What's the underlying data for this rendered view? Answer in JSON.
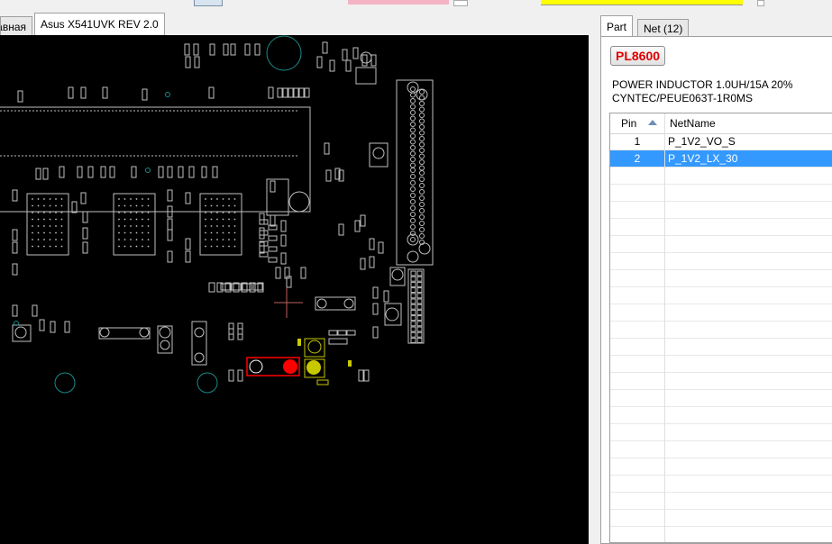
{
  "doc_tabs": [
    {
      "label": "Главная"
    },
    {
      "label": "Asus X541UVK REV 2.0"
    }
  ],
  "colors": {
    "board_bg": "#000000",
    "outline": "#bfbfbf",
    "highlight_red": "#ff0000",
    "highlight_yellow": "#c8c800",
    "selection": "#3399ff",
    "refdes_text": "#e00000"
  },
  "panel": {
    "tabs": [
      {
        "label": "Part"
      },
      {
        "label": "Net (12)"
      }
    ],
    "part": {
      "refdes": "PL8600",
      "description_line1": "POWER INDUCTOR 1.0UH/15A 20%",
      "description_line2": "CYNTEC/PEUE063T-1R0MS"
    },
    "table": {
      "col_pin": "Pin",
      "col_netname": "NetName",
      "sort_icon": "sort-ascending-icon",
      "rows": [
        {
          "pin": "1",
          "net": "P_1V2_VO_S",
          "selected": false
        },
        {
          "pin": "2",
          "net": "P_1V2_LX_30",
          "selected": true
        }
      ]
    }
  }
}
